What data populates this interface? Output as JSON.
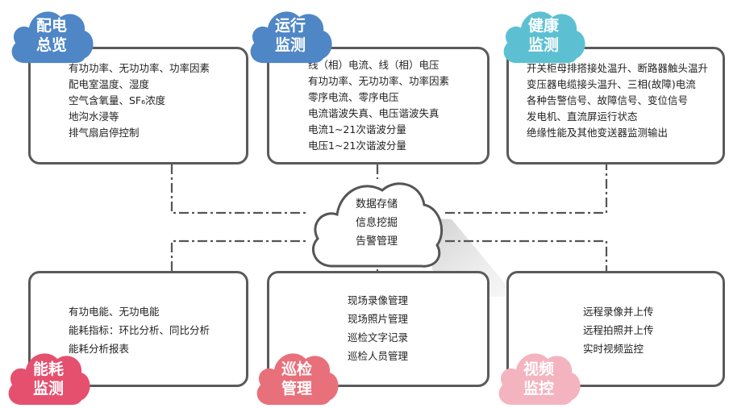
{
  "modules": [
    {
      "id": "distribution-overview",
      "title_lines": [
        "配电",
        "总览"
      ],
      "color": "#4f86c6",
      "lines": [
        "有功功率、无功功率、功率因素",
        "配电室温度、湿度",
        "空气含氧量、SF₆浓度",
        "地沟水浸等",
        "排气扇启停控制"
      ]
    },
    {
      "id": "operation-monitoring",
      "title_lines": [
        "运行",
        "监测"
      ],
      "color": "#4f86c6",
      "lines": [
        "线（相）电流、线（相）电压",
        "有功功率、无功功率、功率因素",
        "零序电流、零序电压",
        "电流谐波失真、电压谐波失真",
        "电流1~21次谐波分量",
        "电压1~21次谐波分量"
      ]
    },
    {
      "id": "health-monitoring",
      "title_lines": [
        "健康",
        "监测"
      ],
      "color": "#5cc0d2",
      "lines": [
        "开关柜母排搭接处温升、断路器触头温升",
        "变压器电缆接头温升、三相(故障)电流",
        "各种告警信号、故障信号、变位信号",
        "发电机、直流屏运行状态",
        "绝缘性能及其他变送器监测输出"
      ]
    },
    {
      "id": "energy-monitoring",
      "title_lines": [
        "能耗",
        "监测"
      ],
      "color": "#e5506f",
      "lines": [
        "有功电能、无功电能",
        "能耗指标：环比分析、同比分析",
        "能耗分析报表"
      ]
    },
    {
      "id": "inspection-management",
      "title_lines": [
        "巡检",
        "管理"
      ],
      "color": "#e8707b",
      "lines": [
        "现场录像管理",
        "现场照片管理",
        "巡检文字记录",
        "巡检人员管理"
      ]
    },
    {
      "id": "video-monitoring",
      "title_lines": [
        "视频",
        "监控"
      ],
      "color": "#f3b4bf",
      "lines": [
        "远程录像并上传",
        "远程拍照并上传",
        "实时视频监控"
      ]
    }
  ],
  "center": {
    "lines": [
      "数据存储",
      "信息挖掘",
      "告警管理"
    ],
    "color": "#ffffff"
  },
  "connector_color": "#555555"
}
